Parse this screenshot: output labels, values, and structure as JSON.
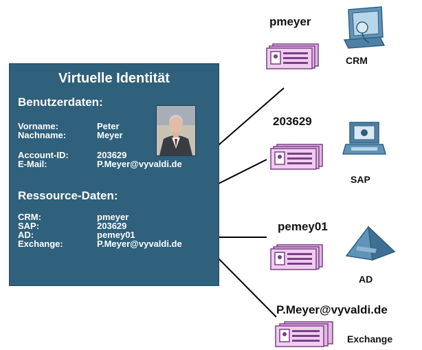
{
  "identity": {
    "title": "Virtuelle Identität",
    "user_section": "Benutzerdaten:",
    "fields": [
      {
        "label": "Vorname:",
        "value": "Peter"
      },
      {
        "label": "Nachname:",
        "value": "Meyer"
      },
      {
        "label": "Account-ID:",
        "value": "203629"
      },
      {
        "label": "E-Mail:",
        "value": "P.Meyer@vyvaldi.de"
      }
    ],
    "resource_section": "Ressource-Daten:",
    "resources": [
      {
        "label": "CRM:",
        "value": "pmeyer"
      },
      {
        "label": "SAP:",
        "value": "203629"
      },
      {
        "label": "AD:",
        "value": "pemey01"
      },
      {
        "label": "Exchange:",
        "value": "P.Meyer@vyvaldi.de"
      }
    ]
  },
  "targets": [
    {
      "account": "pmeyer",
      "system": "CRM",
      "icon": "computer-monitor-icon"
    },
    {
      "account": "203629",
      "system": "SAP",
      "icon": "terminal-icon"
    },
    {
      "account": "pemey01",
      "system": "AD",
      "icon": "pyramid-icon"
    },
    {
      "account": "P.Meyer@vyvaldi.de",
      "system": "Exchange",
      "icon": "none"
    }
  ],
  "colors": {
    "box": "#2f607c",
    "card": "#e2b8e2",
    "card_border": "#7a3f86",
    "icon_blue": "#4f81a6"
  }
}
